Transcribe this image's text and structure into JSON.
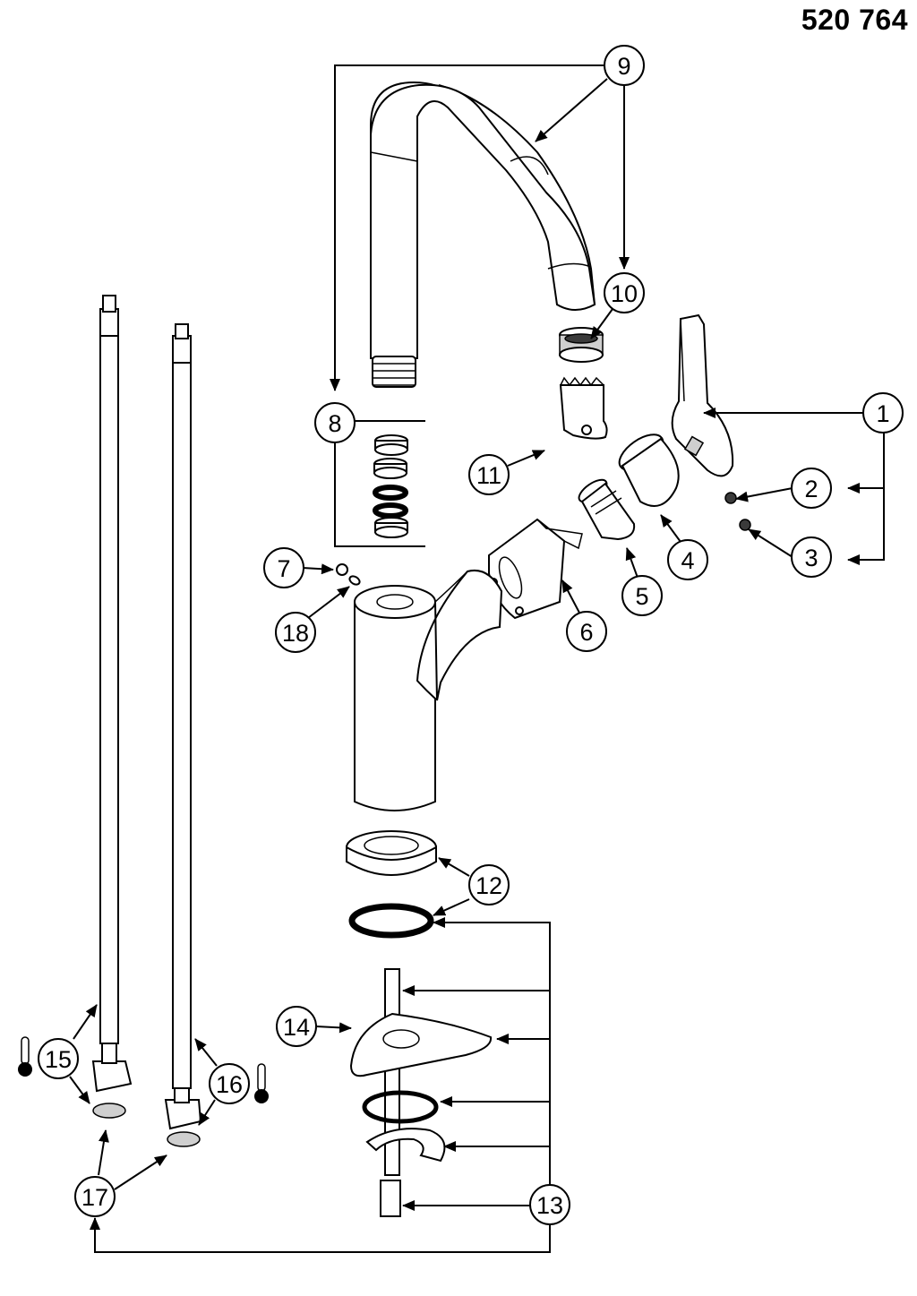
{
  "document": {
    "number": "520 764"
  },
  "callouts": [
    {
      "id": "1",
      "text": "1"
    },
    {
      "id": "2",
      "text": "2"
    },
    {
      "id": "3",
      "text": "3"
    },
    {
      "id": "4",
      "text": "4"
    },
    {
      "id": "5",
      "text": "5"
    },
    {
      "id": "6",
      "text": "6"
    },
    {
      "id": "7",
      "text": "7"
    },
    {
      "id": "8",
      "text": "8"
    },
    {
      "id": "9",
      "text": "9"
    },
    {
      "id": "10",
      "text": "10"
    },
    {
      "id": "11",
      "text": "11"
    },
    {
      "id": "12",
      "text": "12"
    },
    {
      "id": "13",
      "text": "13"
    },
    {
      "id": "14",
      "text": "14"
    },
    {
      "id": "15",
      "text": "15"
    },
    {
      "id": "16",
      "text": "16"
    },
    {
      "id": "17",
      "text": "17"
    },
    {
      "id": "18",
      "text": "18"
    }
  ],
  "icons": {
    "hot": "thermometer-hot-icon",
    "cold": "thermometer-cold-icon"
  },
  "colors": {
    "line": "#000000",
    "background": "#ffffff",
    "fill": "#cfcfcf"
  }
}
